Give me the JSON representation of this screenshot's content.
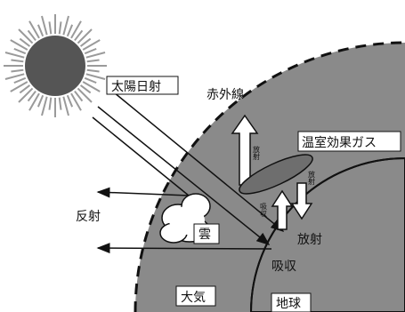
{
  "labels": {
    "solar_radiation": "太陽日射",
    "infrared": "赤外線",
    "greenhouse_gas": "温室効果ガス",
    "reflection": "反射",
    "cloud": "雲",
    "radiation": "放射",
    "absorption": "吸収",
    "atmosphere": "大気",
    "earth": "地球",
    "small_radiation_1": "放射",
    "small_radiation_2": "放射",
    "small_absorption": "吸収"
  },
  "colors": {
    "atmosphere": "#8a8a8a",
    "earth": "#8a8a8a",
    "sun_core": "#555555",
    "sun_rays": "#9a9a9a",
    "label_box": "#ffffff",
    "arrow": "#111111"
  }
}
